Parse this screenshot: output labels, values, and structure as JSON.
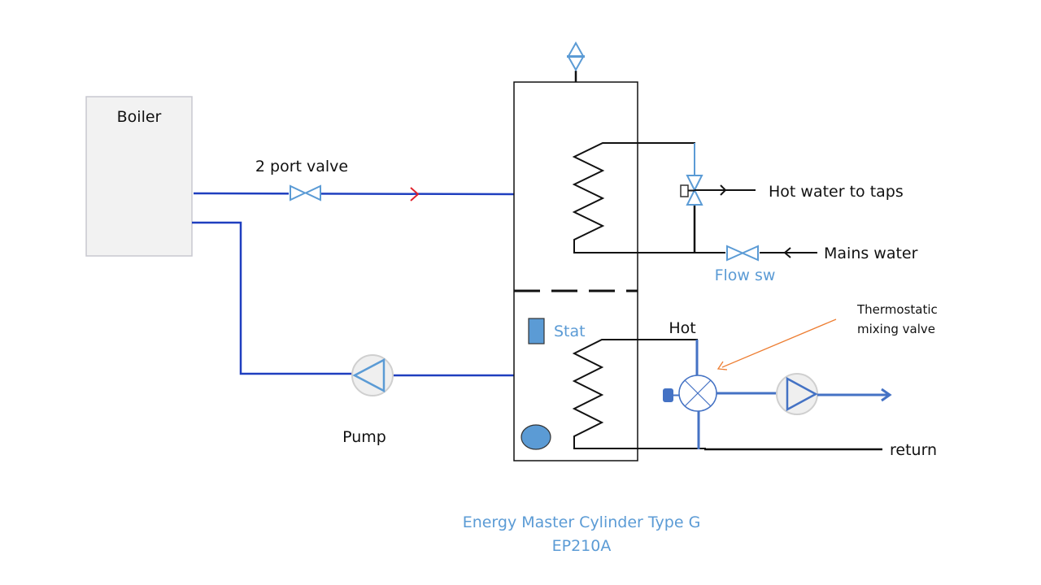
{
  "diagram": {
    "title_line1": "Energy Master Cylinder Type G",
    "title_line2": "EP210A",
    "components": {
      "boiler": {
        "label": "Boiler",
        "icon": "boiler-box"
      },
      "two_port_valve": {
        "label": "2 port valve",
        "icon": "gate-valve-icon"
      },
      "pump_primary": {
        "label": "Pump",
        "icon": "pump-icon"
      },
      "stat": {
        "label": "Stat",
        "icon": "thermostat-icon"
      },
      "flow_switch": {
        "label": "Flow sw",
        "icon": "flow-switch-valve-icon"
      },
      "hot_water_out": {
        "label": "Hot water to taps"
      },
      "mains_in": {
        "label": "Mains water"
      },
      "hot_label": {
        "label": "Hot"
      },
      "tmv": {
        "label_line1": "Thermostatic",
        "label_line2": "mixing valve",
        "icon": "mixing-valve-icon"
      },
      "return_label": {
        "label": "return"
      },
      "vent": {
        "icon": "vent-valve-icon"
      }
    },
    "colors": {
      "primary_pipe": "#1f3fbf",
      "component_blue": "#5b9bd5",
      "line_black": "#111111",
      "flow_arrow_red": "#e0202a",
      "pointer_orange": "#ed7d31",
      "boiler_fill": "#f2f2f2"
    }
  }
}
